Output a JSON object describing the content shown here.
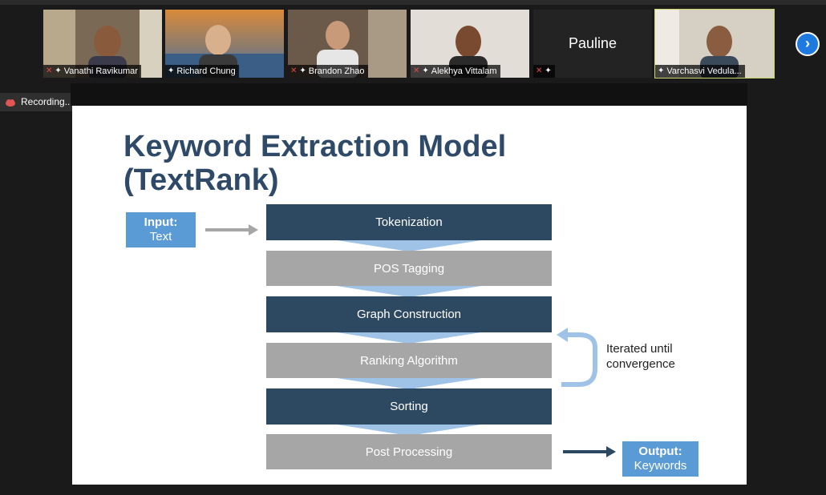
{
  "participants": [
    {
      "name": "Vanathi Ravikumar",
      "muted": true
    },
    {
      "name": "Richard Chung",
      "muted": false
    },
    {
      "name": "Brandon Zhao",
      "muted": true
    },
    {
      "name": "Alekhya Vittalam",
      "muted": true
    },
    {
      "name": "Pauline",
      "muted": true,
      "video": false
    },
    {
      "name": "Varchasvi Vedula...",
      "muted": false,
      "active": true
    }
  ],
  "recording": {
    "label": "Recording..."
  },
  "slide": {
    "title_line1": "Keyword Extraction Model",
    "title_line2": "(TextRank)",
    "input": {
      "label": "Input:",
      "value": "Text"
    },
    "steps": [
      "Tokenization",
      "POS Tagging",
      "Graph Construction",
      "Ranking Algorithm",
      "Sorting",
      "Post Processing"
    ],
    "iteration_note_line1": "Iterated until",
    "iteration_note_line2": "convergence",
    "output": {
      "label": "Output:",
      "value": "Keywords"
    }
  },
  "colors": {
    "step_dark": "#2d4861",
    "step_light": "#a6a6a6",
    "io_box": "#5b9bd5",
    "arrow_light": "#9fc3e6",
    "title": "#2f4a68"
  }
}
